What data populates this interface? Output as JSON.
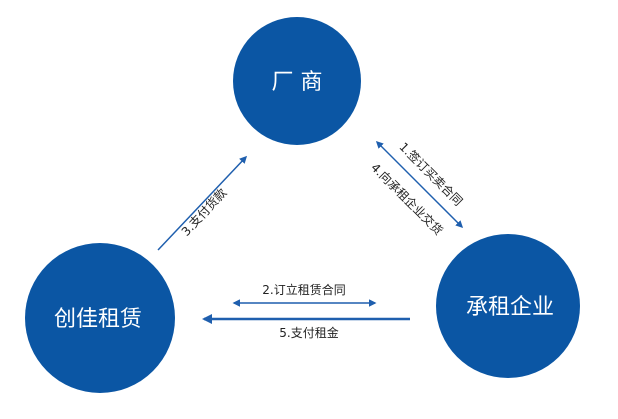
{
  "colors": {
    "node": "#0b56a4",
    "arrow": "#1f5fae",
    "text": "#222222"
  },
  "nodes": {
    "manufacturer": "厂 商",
    "lessor": "创佳租赁",
    "lessee": "承租企业"
  },
  "edges": {
    "step1": "1.签订买卖合同",
    "step2": "2.订立租赁合同",
    "step3": "3.支付货款",
    "step4": "4.向承租企业交货",
    "step5": "5.支付租金"
  }
}
